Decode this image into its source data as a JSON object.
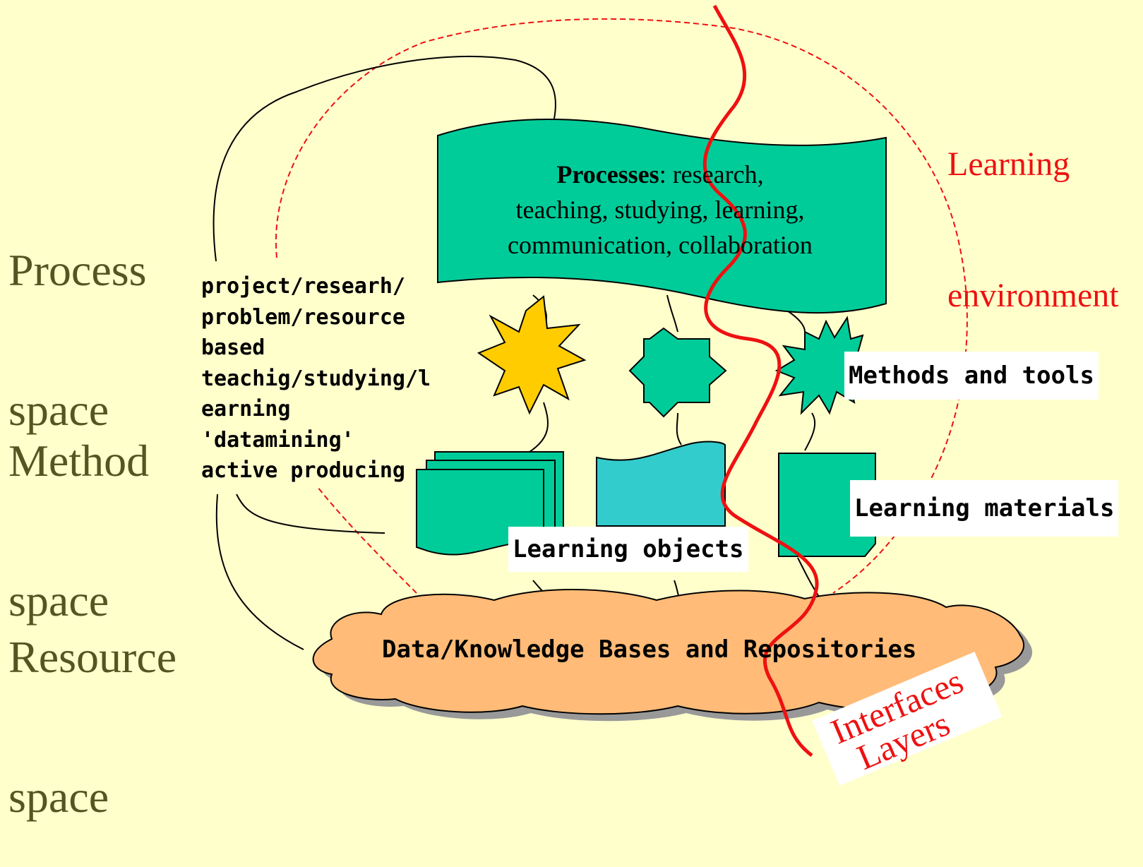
{
  "space_labels": {
    "process": {
      "line1": "Process",
      "line2": "space"
    },
    "method": {
      "line1": "Method",
      "line2": "space"
    },
    "resource": {
      "line1": "Resource",
      "line2": "space"
    }
  },
  "learning_environment": {
    "line1": "Learning",
    "line2": "environment"
  },
  "processes": {
    "heading": "Processes",
    "line1_rest": ": research,",
    "line2": "teaching, studying, learning,",
    "line3": "communication, collaboration"
  },
  "methods_list": [
    "project/researh/",
    "problem/resource",
    "based",
    "teachig/studying/l",
    "earning",
    "'datamining'",
    "active producing"
  ],
  "methods_and_tools": "Methods and tools",
  "learning_materials": "Learning materials",
  "learning_objects": "Learning objects",
  "repositories": "Data/Knowledge Bases and Repositories",
  "interfaces": {
    "line1": "Interfaces",
    "line2": "Layers"
  },
  "colors": {
    "background": "#FFFFCC",
    "teal": "#00CC99",
    "light_teal": "#33CCCC",
    "star_yellow": "#FFCC00",
    "cloud": "#FFBB77",
    "red": "#EE1111",
    "olive_text": "#555522"
  }
}
